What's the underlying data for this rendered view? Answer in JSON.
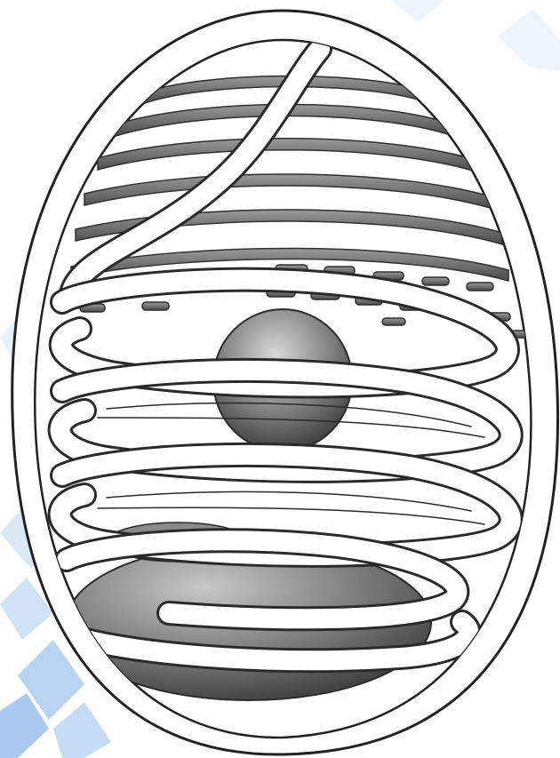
{
  "colors": {
    "background": "#ffffff",
    "background_accent": "#e6f1fb",
    "background_accent_2": "#cfe3f8",
    "outline": "#222222",
    "wall_fill": "#ffffff",
    "ribbon_fill": "#ffffff",
    "ribbon_stroke": "#2a2a2a",
    "grana_fill": "#6e6e6e",
    "grana_stroke": "#2f2f2f",
    "body_light": "#bdbdbd",
    "body_mid": "#7a7a7a",
    "body_dark": "#3a3a3a"
  },
  "illustration": {
    "subject": "cell-cross-section",
    "parts": [
      "outer-cell-wall",
      "inner-membrane",
      "spiral-chloroplast-ribbon",
      "thylakoid-stacks",
      "upper-nucleus",
      "lower-vacuole-body",
      "background-crystal-pattern"
    ]
  }
}
